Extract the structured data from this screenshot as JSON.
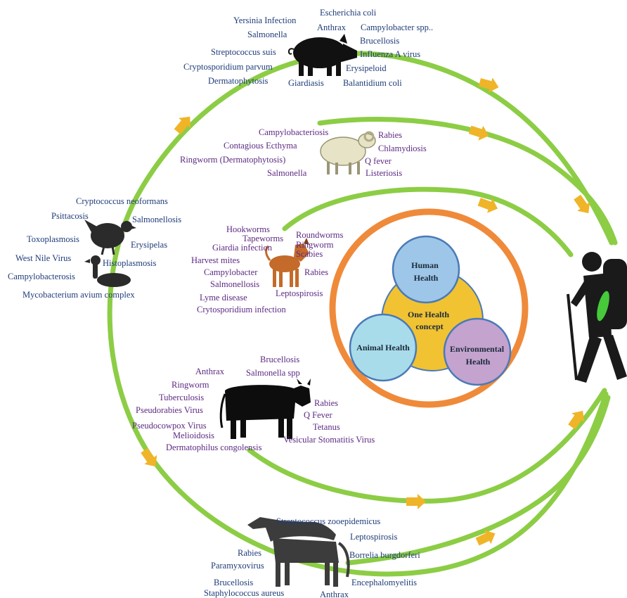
{
  "colors": {
    "arc": "#8ccd45",
    "arrow": "#f0b429",
    "ring": "#ef8a3a",
    "text_blue": "#1f3c78",
    "text_purple": "#5c2a82",
    "human": "#9dc6e8",
    "animal": "#a9dcea",
    "environment": "#c4a3cf",
    "center": "#f1c232"
  },
  "core": {
    "human": [
      "Human",
      "Health"
    ],
    "center": [
      "One Health",
      "concept"
    ],
    "animal": [
      "Animal Health"
    ],
    "environment": [
      "Environmental",
      "Health"
    ]
  },
  "groups": {
    "pig": {
      "icon": "pig-icon",
      "labels": [
        "Yersinia  Infection",
        "Escherichia coli",
        "Anthrax",
        "Campylobacter spp..",
        "Salmonella",
        "Brucellosis",
        "Streptococcus suis",
        "Influenza A virus",
        "Cryptosporidium parvum",
        "Erysipeloid",
        "Dermatophytosis",
        "Giardiasis",
        "Balantidium coli"
      ]
    },
    "sheep": {
      "icon": "sheep-icon",
      "labels": [
        "Campylobacteriosis",
        "Rabies",
        "Contagious Ecthyma",
        "Chlamydiosis",
        "Ringworm  (Dermatophytosis)",
        "Q fever",
        "Salmonella",
        "Listeriosis"
      ]
    },
    "birds": {
      "icon": "chicken-duck-icon",
      "labels": [
        "Cryptococcus neoformans",
        "Psittacosis",
        "Salmonellosis",
        "Toxoplasmosis",
        "Erysipelas",
        "West Nile Virus",
        "Histoplasmosis",
        "Campylobacterosis",
        "Mycobacterium avium  complex"
      ]
    },
    "dog": {
      "icon": "dog-icon",
      "labels": [
        "Hookworms",
        "Roundworms",
        "Tapeworms",
        "Ringworm",
        "Giardia  infection",
        "Scabies",
        "Harvest mites",
        "Campylobacter",
        "Rabies",
        "Salmonellosis",
        "Leptospirosis",
        "Lyme  disease",
        "Crytosporidium  infection"
      ]
    },
    "cow": {
      "icon": "cow-icon",
      "labels": [
        "Brucellosis",
        "Anthrax",
        "Salmonella spp",
        "Ringworm",
        "Tuberculosis",
        "Rabies",
        "Pseudorabies Virus",
        "Q Fever",
        "Pseudocowpox Virus",
        "Tetanus",
        "Melioidosis",
        "Vesicular  Stomatitis Virus",
        "Dermatophilus  congolensis"
      ]
    },
    "horse": {
      "icon": "horse-icon",
      "labels": [
        "Streptococcus zooepidemicus",
        "Leptospirosis",
        "Rabies",
        "Borrelia  burgdorferi",
        "Paramyxovirus",
        "Brucellosis",
        "Encephalomyelitis",
        "Staphylococcus aureus",
        "Anthrax"
      ]
    }
  },
  "icons": [
    "hiker-icon"
  ]
}
